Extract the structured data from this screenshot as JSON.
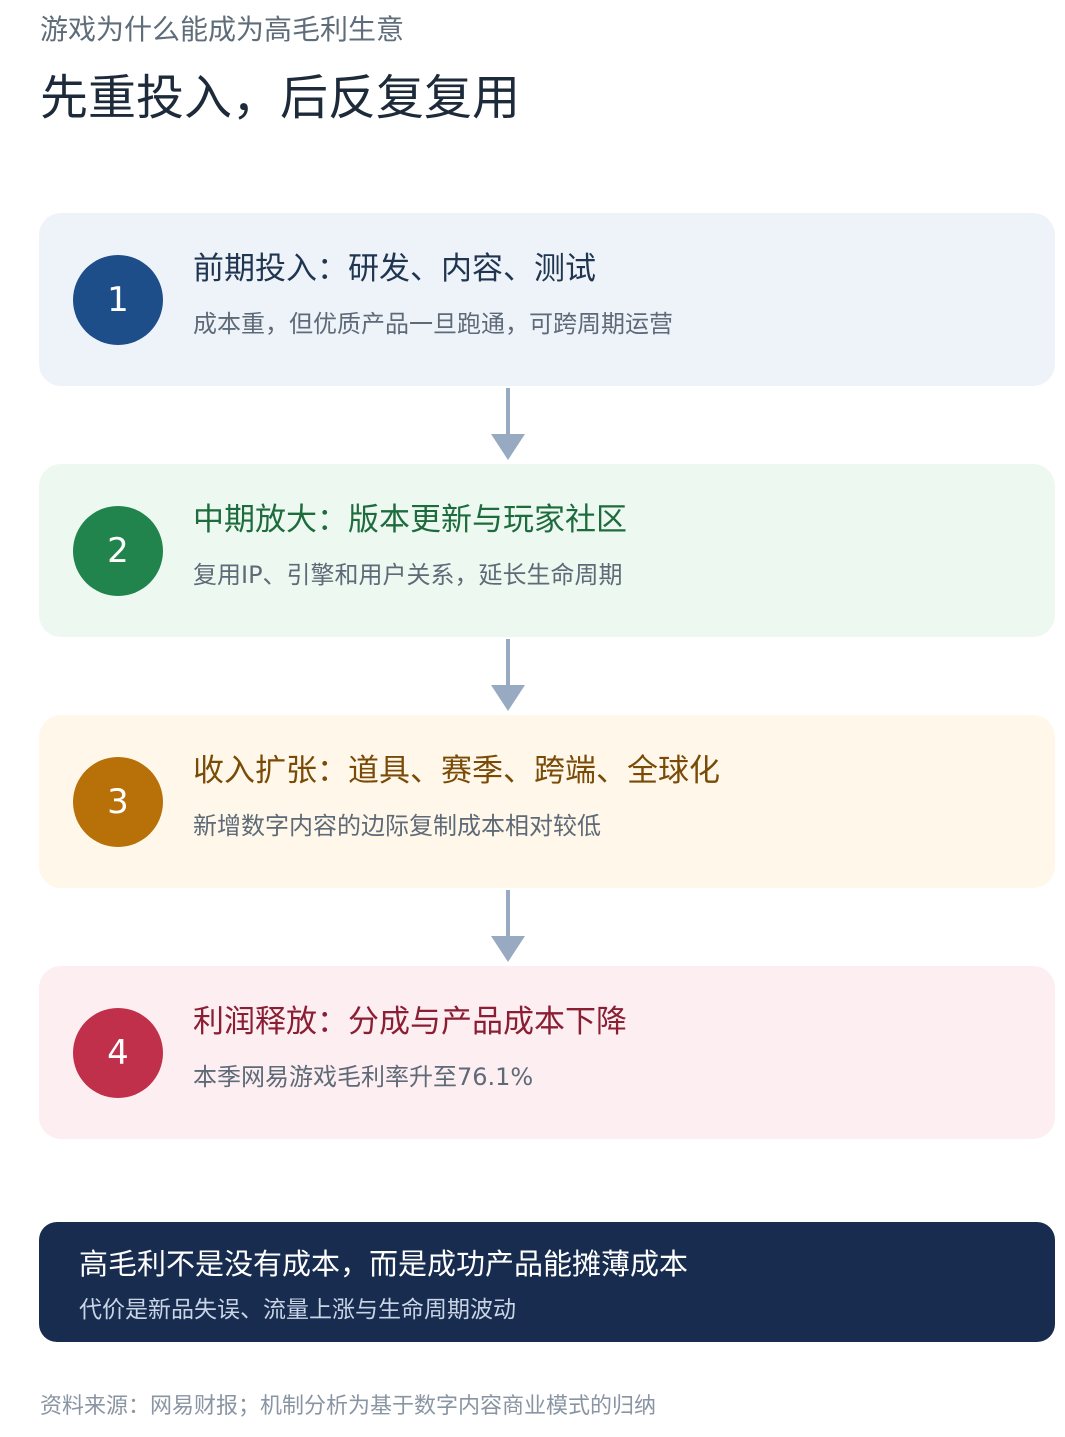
{
  "header": {
    "subtitle": "游戏为什么能成为高毛利生意",
    "title": "先重投入，后反复复用"
  },
  "steps": [
    {
      "number": "1",
      "heading": "前期投入：研发、内容、测试",
      "description": "成本重，但优质产品一旦跑通，可跨周期运营",
      "colors": {
        "badge": "#1d4e89",
        "heading": "#1f3550",
        "background": "#eef3fa"
      }
    },
    {
      "number": "2",
      "heading": "中期放大：版本更新与玩家社区",
      "description": "复用IP、引擎和用户关系，延长生命周期",
      "colors": {
        "badge": "#21844d",
        "heading": "#1e6b3d",
        "background": "#edf8f1"
      }
    },
    {
      "number": "3",
      "heading": "收入扩张：道具、赛季、跨端、全球化",
      "description": "新增数字内容的边际复制成本相对较低",
      "colors": {
        "badge": "#b87109",
        "heading": "#7a4a07",
        "background": "#fff8ea"
      }
    },
    {
      "number": "4",
      "heading": "利润释放：分成与产品成本下降",
      "description": "本季网易游戏毛利率升至76.1%",
      "colors": {
        "badge": "#c0304a",
        "heading": "#8a1f33",
        "background": "#fdeef1"
      }
    }
  ],
  "arrow_color": "#98aac2",
  "summary": {
    "main": "高毛利不是没有成本，而是成功产品能摊薄成本",
    "sub": "代价是新品失误、流量上涨与生命周期波动",
    "background": "#172c4f"
  },
  "source": "资料来源：网易财报；机制分析为基于数字内容商业模式的归纳"
}
